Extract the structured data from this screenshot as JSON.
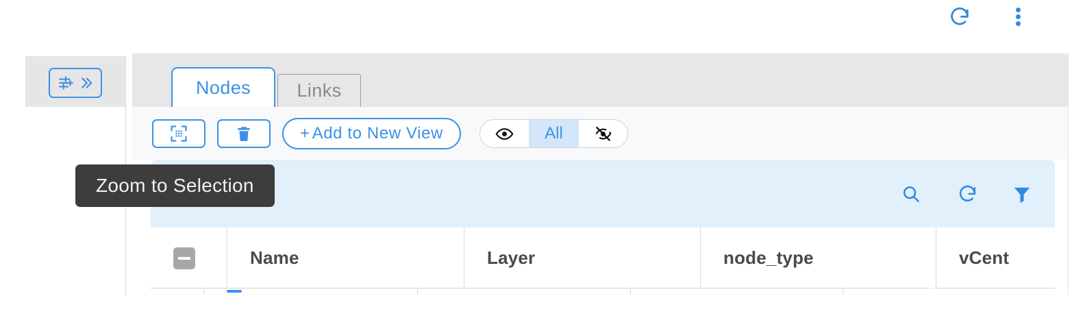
{
  "topbar": {
    "refresh_label": "Refresh",
    "refresh_icon": "refresh-icon",
    "menu_label": "More options",
    "menu_icon": "kebab-menu-icon"
  },
  "sidebar": {
    "filter_toggle": {
      "label": "Expand filters",
      "icons": [
        "tune-sliders-icon",
        "double-chevron-right-icon"
      ]
    }
  },
  "panel": {
    "tabs": [
      {
        "label": "Nodes",
        "active": true
      },
      {
        "label": "Links",
        "active": false
      }
    ],
    "toolbar": {
      "zoom_to_selection": {
        "label": "Zoom to Selection",
        "icon": "zoom-to-selection-icon"
      },
      "delete": {
        "label": "Delete",
        "icon": "trash-icon"
      },
      "add_to_new_view": {
        "plus": "+",
        "label": "Add to New View"
      },
      "visibility_segments": [
        {
          "key": "visible",
          "icon": "eye-icon",
          "label": "",
          "active": false
        },
        {
          "key": "all",
          "icon": "",
          "label": "All",
          "active": true
        },
        {
          "key": "hidden",
          "icon": "eye-off-icon",
          "label": "",
          "active": false
        }
      ]
    },
    "table_header_actions": [
      {
        "name": "search-icon",
        "label": "Search"
      },
      {
        "name": "refresh-icon",
        "label": "Refresh"
      },
      {
        "name": "filter-icon",
        "label": "Filter"
      }
    ],
    "table": {
      "select_all_state": "indeterminate",
      "columns": [
        "Name",
        "Layer",
        "node_type",
        "vCent"
      ]
    }
  },
  "tooltip": {
    "text": "Zoom to Selection"
  },
  "colors": {
    "accent_blue": "#3c91e6",
    "band_blue": "#e1f0fb",
    "segment_active_blue": "#d3e6fa",
    "tab_gray": "#e7e7e7",
    "tooltip_dark": "#3d3d3d"
  }
}
